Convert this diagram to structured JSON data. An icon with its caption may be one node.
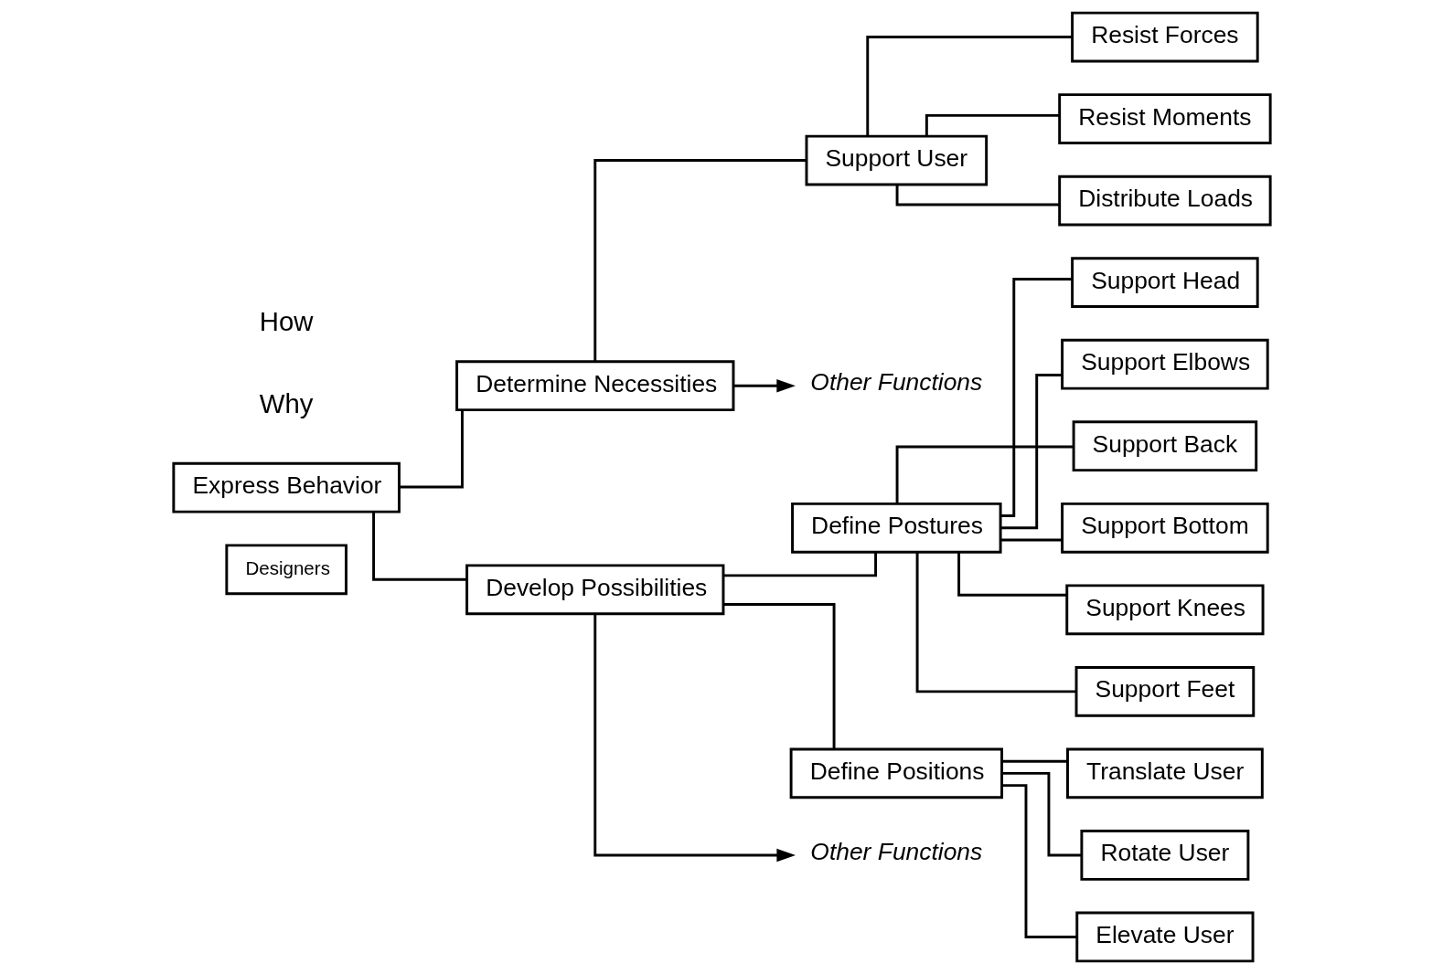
{
  "diagram": {
    "nodes": [
      {
        "text": [
          "Express Behavior"
        ]
      },
      {
        "text": [
          "Designers"
        ]
      },
      {
        "text": [
          "Determine Necessities"
        ]
      },
      {
        "text": [
          "Develop Possibilities"
        ]
      },
      {
        "text": [
          "Support User"
        ]
      },
      {
        "text": [
          "Other Functions"
        ]
      },
      {
        "text": [
          "Resist Forces"
        ]
      },
      {
        "text": [
          "Resist Moments"
        ]
      },
      {
        "text": [
          "Distribute Loads"
        ]
      },
      {
        "text": [
          "Define Postures"
        ]
      },
      {
        "text": [
          "Define Positions"
        ]
      },
      {
        "text": [
          "Other Functions"
        ]
      },
      {
        "text": [
          "Translate User"
        ]
      },
      {
        "text": [
          "Rotate User"
        ]
      },
      {
        "text": [
          "Elevate User"
        ]
      },
      {
        "text": [
          "Support Head"
        ]
      },
      {
        "text": [
          "Support Elbows"
        ]
      },
      {
        "text": [
          "Support Back"
        ]
      },
      {
        "text": [
          "Support Bottom"
        ]
      },
      {
        "text": [
          "Support Knees"
        ]
      },
      {
        "text": [
          "Support Feet"
        ]
      }
    ],
    "edges": [
      {
        "from": 0,
        "to": 2,
        "arrow": "none"
      },
      {
        "from": 0,
        "to": 3,
        "arrow": "none"
      },
      {
        "from": 2,
        "to": 4,
        "arrow": "none"
      },
      {
        "from": 2,
        "to": 5,
        "arrow": "to"
      },
      {
        "from": 4,
        "to": 6,
        "arrow": "none"
      },
      {
        "from": 4,
        "to": 7,
        "arrow": "none"
      },
      {
        "from": 4,
        "to": 8,
        "arrow": "none"
      },
      {
        "from": 3,
        "to": 9,
        "arrow": "none"
      },
      {
        "from": 3,
        "to": 10,
        "arrow": "none"
      },
      {
        "from": 3,
        "to": 11,
        "arrow": "to"
      },
      {
        "from": 9,
        "to": 15,
        "arrow": "none"
      },
      {
        "from": 9,
        "to": 16,
        "arrow": "none"
      },
      {
        "from": 9,
        "to": 17,
        "arrow": "none"
      },
      {
        "from": 9,
        "to": 18,
        "arrow": "none"
      },
      {
        "from": 9,
        "to": 19,
        "arrow": "none"
      },
      {
        "from": 9,
        "to": 20,
        "arrow": "none"
      },
      {
        "from": 10,
        "to": 12,
        "arrow": "none"
      },
      {
        "from": 10,
        "to": 13,
        "arrow": "none"
      },
      {
        "from": 10,
        "to": 14,
        "arrow": "none"
      }
    ],
    "labels": [
      "Why",
      "How"
    ]
  }
}
